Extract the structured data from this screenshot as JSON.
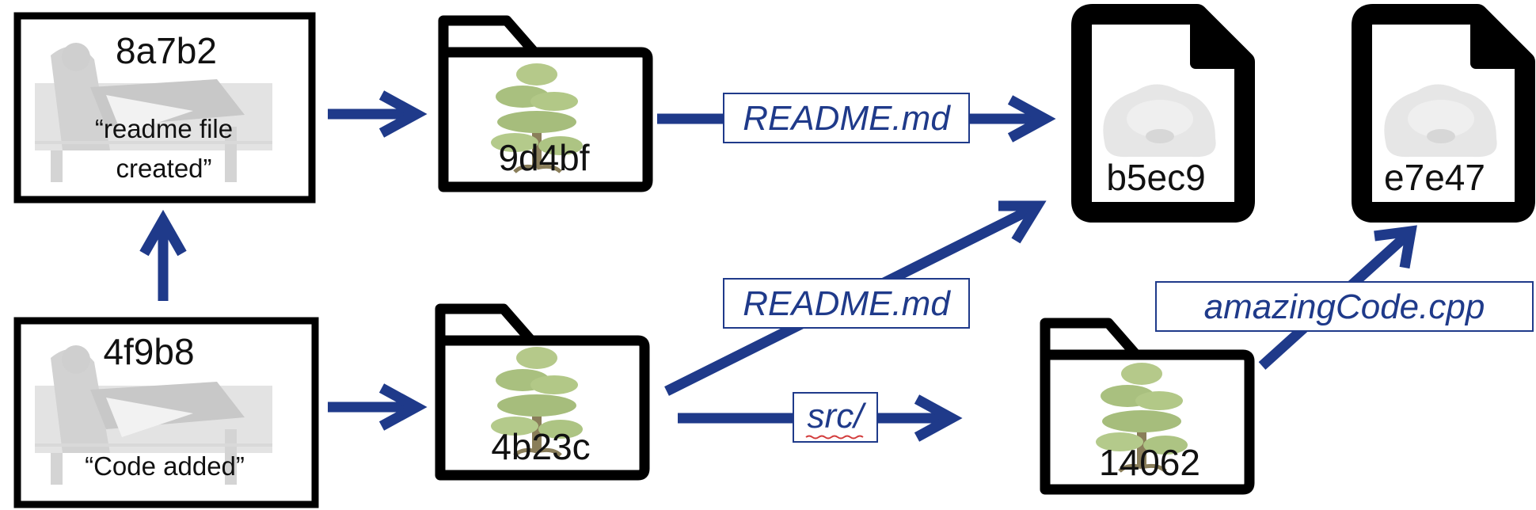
{
  "commits": [
    {
      "hash": "8a7b2",
      "message": [
        "“readme file",
        "created”"
      ]
    },
    {
      "hash": "4f9b8",
      "message": [
        "“Code added”"
      ]
    }
  ],
  "trees": [
    {
      "hash": "9d4bf"
    },
    {
      "hash": "4b23c"
    },
    {
      "hash": "14062"
    }
  ],
  "blobs": [
    {
      "hash": "b5ec9"
    },
    {
      "hash": "e7e47"
    }
  ],
  "edge_labels": {
    "readme_top": "README.md",
    "readme_bottom": "README.md",
    "src": "src/",
    "amazing": "amazingCode.cpp"
  },
  "colors": {
    "arrow": "#1f3a8a",
    "outline": "#000000",
    "label_text": "#1f3a8a"
  },
  "icons": {
    "commit": "engraving-illustration-icon",
    "tree": "bonsai-tree-icon",
    "blob": "blob-creature-icon"
  }
}
